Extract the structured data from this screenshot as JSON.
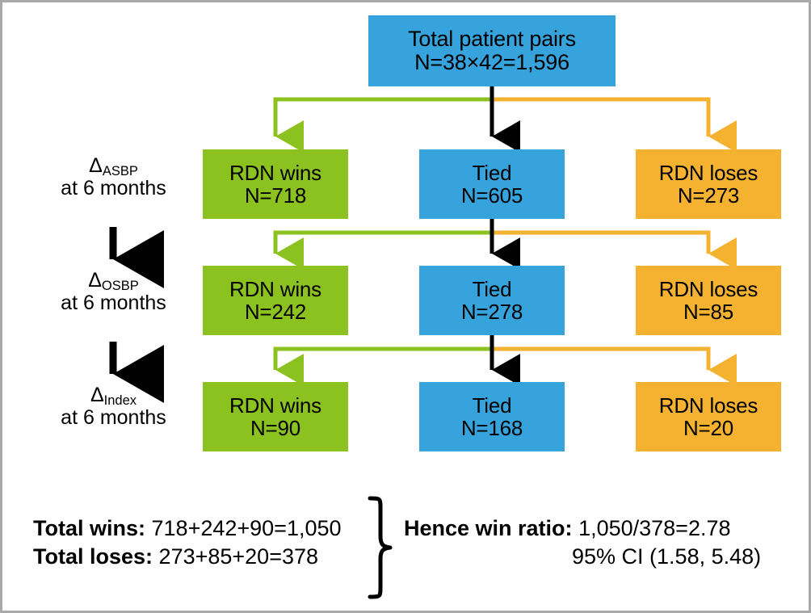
{
  "figure": {
    "title": "Win ratio hierarchical composite endpoint flow diagram",
    "colors": {
      "green": "#8CC220",
      "blue": "#36A3DD",
      "orange": "#F5B231",
      "arrow_black": "#000000",
      "border": "#a9a9a9"
    }
  },
  "root": {
    "line1": "Total patient pairs",
    "line2": "N=38×42=1,596"
  },
  "stages": [
    {
      "symbol": "Δ",
      "subscript": "ASBP",
      "timing": "at 6 months"
    },
    {
      "symbol": "Δ",
      "subscript": "OSBP",
      "timing": "at 6 months"
    },
    {
      "symbol": "Δ",
      "subscript": "Index",
      "timing": "at 6 months"
    }
  ],
  "rows": [
    {
      "stage_index": 0,
      "cells": [
        {
          "label": "RDN wins",
          "count": "N=718",
          "color": "green"
        },
        {
          "label": "Tied",
          "count": "N=605",
          "color": "blue"
        },
        {
          "label": "RDN loses",
          "count": "N=273",
          "color": "orange"
        }
      ]
    },
    {
      "stage_index": 1,
      "cells": [
        {
          "label": "RDN wins",
          "count": "N=242",
          "color": "green"
        },
        {
          "label": "Tied",
          "count": "N=278",
          "color": "blue"
        },
        {
          "label": "RDN loses",
          "count": "N=85",
          "color": "orange"
        }
      ]
    },
    {
      "stage_index": 2,
      "cells": [
        {
          "label": "RDN wins",
          "count": "N=90",
          "color": "green"
        },
        {
          "label": "Tied",
          "count": "N=168",
          "color": "blue"
        },
        {
          "label": "RDN loses",
          "count": "N=20",
          "color": "orange"
        }
      ]
    }
  ],
  "summary": {
    "total_wins_label": "Total wins:",
    "total_wins_value": "718+242+90=1,050",
    "total_loses_label": "Total loses:",
    "total_loses_value": "273+85+20=378",
    "win_ratio_label": "Hence win ratio:",
    "win_ratio_value": "1,050/378=2.78",
    "confidence_interval": "95% CI (1.58, 5.48)"
  },
  "chart_data": {
    "type": "diagram",
    "title": "Win ratio hierarchical composite endpoint",
    "total_pairs": 1596,
    "pairs_formula": "38×42",
    "hierarchy": [
      {
        "endpoint": "ΔASBP at 6 months",
        "wins": 718,
        "ties": 605,
        "losses": 273
      },
      {
        "endpoint": "ΔOSBP at 6 months",
        "wins": 242,
        "ties": 278,
        "losses": 85
      },
      {
        "endpoint": "ΔIndex at 6 months",
        "wins": 90,
        "ties": 168,
        "losses": 20
      }
    ],
    "total_wins": 1050,
    "total_losses": 378,
    "win_ratio": 2.78,
    "ci_lower": 1.58,
    "ci_upper": 5.48,
    "ci_level": "95%"
  }
}
